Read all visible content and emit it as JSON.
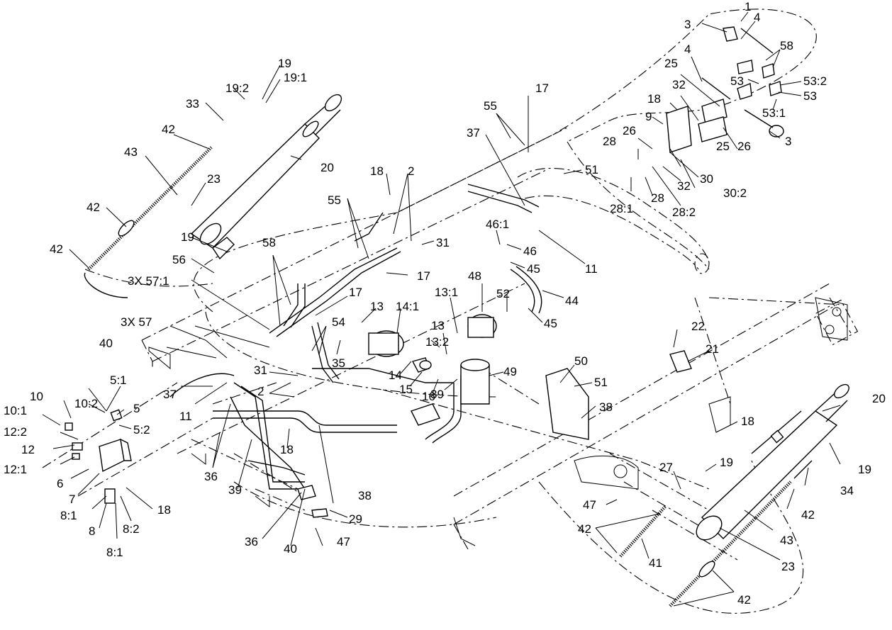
{
  "labels": {
    "l1": "1",
    "l3a": "3",
    "l4a": "4",
    "l58a": "58",
    "l53a": "53",
    "l53_2": "53:2",
    "l53b": "53",
    "l53_1": "53:1",
    "l3b": "3",
    "l4b": "4",
    "l25a": "25",
    "l32a": "32",
    "l18a": "18",
    "l9": "9",
    "l26a": "26",
    "l26b": "26",
    "l25b": "25",
    "l28a": "28",
    "l30": "30",
    "l30_2": "30:2",
    "l32b": "32",
    "l28_1": "28:1",
    "l28b": "28",
    "l28_2": "28:2",
    "l51a": "51",
    "l17a": "17",
    "l55a": "55",
    "l37a": "37",
    "l11a": "11",
    "l46_1": "46:1",
    "l46": "46",
    "l45a": "45",
    "l44": "44",
    "l45b": "45",
    "l52": "52",
    "l48": "48",
    "l13_1": "13:1",
    "l13a": "13",
    "l14_1": "14:1",
    "l13b": "13",
    "l13_2": "13:2",
    "l14": "14",
    "l15": "15",
    "l16": "16",
    "l49": "49",
    "l39a": "39",
    "l50": "50",
    "l51b": "51",
    "l38a": "38",
    "l19a": "19",
    "l19_2": "19:2",
    "l19_1": "19:1",
    "l33": "33",
    "l42a": "42",
    "l43a": "43",
    "l20a": "20",
    "l23a": "23",
    "l42b": "42",
    "l42c": "42",
    "l19b": "19",
    "l56": "56",
    "l3x57_1": "3X 57:1",
    "l3x57": "3X 57",
    "l58b": "58",
    "l55b": "55",
    "l18b": "18",
    "l2a": "2",
    "l31a": "31",
    "l17b": "17",
    "l17c": "17",
    "l54": "54",
    "l35": "35",
    "l31b": "31",
    "l2b": "2",
    "l40a": "40",
    "l37b": "37",
    "l11b": "11",
    "l5_1": "5:1",
    "l10": "10",
    "l10_2": "10:2",
    "l10_1": "10:1",
    "l5": "5",
    "l12_2": "12:2",
    "l5_2": "5:2",
    "l12": "12",
    "l12_1": "12:1",
    "l6": "6",
    "l7": "7",
    "l8_1a": "8:1",
    "l8": "8",
    "l8_2": "8:2",
    "l8_1b": "8:1",
    "l18c": "18",
    "l36a": "36",
    "l39b": "39",
    "l18d": "18",
    "l38b": "38",
    "l29": "29",
    "l36b": "36",
    "l40b": "40",
    "l47a": "47",
    "l22": "22",
    "l21": "21",
    "l20b": "20",
    "l18e": "18",
    "l19c": "19",
    "l19d": "19",
    "l27": "27",
    "l34": "34",
    "l47b": "47",
    "l42d": "42",
    "l42e": "42",
    "l43b": "43",
    "l41": "41",
    "l23b": "23",
    "l42f": "42"
  }
}
